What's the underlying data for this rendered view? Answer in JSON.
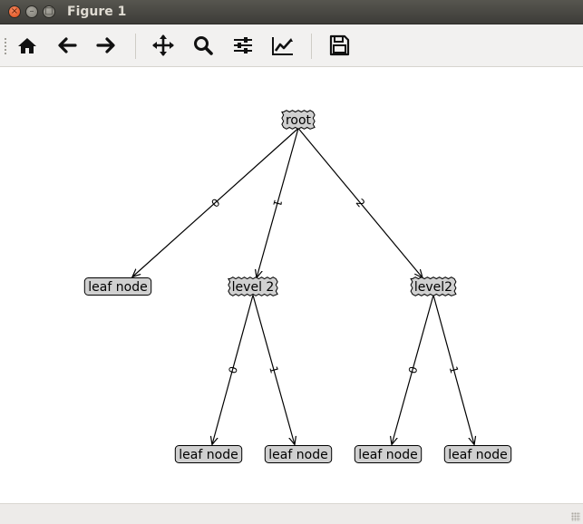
{
  "window": {
    "title": "Figure 1"
  },
  "toolbar": {
    "buttons": [
      {
        "name": "home-button",
        "icon": "home-icon"
      },
      {
        "name": "back-button",
        "icon": "arrow-left-icon"
      },
      {
        "name": "forward-button",
        "icon": "arrow-right-icon"
      },
      {
        "name": "pan-button",
        "icon": "move-icon"
      },
      {
        "name": "zoom-button",
        "icon": "search-icon"
      },
      {
        "name": "configure-subplots-button",
        "icon": "sliders-icon"
      },
      {
        "name": "edit-axis-button",
        "icon": "line-chart-icon"
      },
      {
        "name": "save-button",
        "icon": "floppy-disk-icon"
      }
    ]
  },
  "tree": {
    "nodes": [
      {
        "id": "root",
        "label": "root",
        "style": "zigzag"
      },
      {
        "id": "leaf0",
        "label": "leaf node",
        "style": "rounded"
      },
      {
        "id": "mid1",
        "label": "level 2",
        "style": "zigzag"
      },
      {
        "id": "mid2",
        "label": "level2",
        "style": "zigzag"
      },
      {
        "id": "leaf10",
        "label": "leaf node",
        "style": "rounded"
      },
      {
        "id": "leaf11",
        "label": "leaf node",
        "style": "rounded"
      },
      {
        "id": "leaf20",
        "label": "leaf node",
        "style": "rounded"
      },
      {
        "id": "leaf21",
        "label": "leaf node",
        "style": "rounded"
      }
    ],
    "edges": [
      {
        "from": "root",
        "to": "leaf0",
        "label": "0"
      },
      {
        "from": "root",
        "to": "mid1",
        "label": "1"
      },
      {
        "from": "root",
        "to": "mid2",
        "label": "2"
      },
      {
        "from": "mid1",
        "to": "leaf10",
        "label": "0"
      },
      {
        "from": "mid1",
        "to": "leaf11",
        "label": "1"
      },
      {
        "from": "mid2",
        "to": "leaf20",
        "label": "0"
      },
      {
        "from": "mid2",
        "to": "leaf21",
        "label": "1"
      }
    ]
  },
  "colors": {
    "node_fill": "#d0d0d0",
    "stroke": "#000000"
  }
}
